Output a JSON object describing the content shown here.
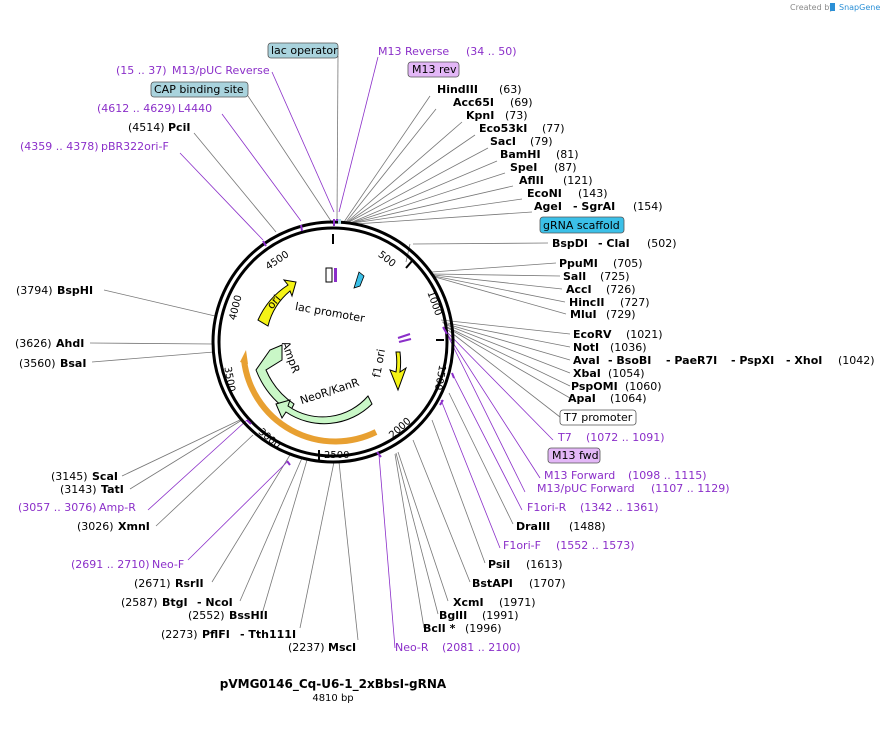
{
  "credit": {
    "prefix": "Created by",
    "brand": "SnapGene"
  },
  "plasmid": {
    "name": "pVMG0146_Cq-U6-1_2xBbsI-gRNA",
    "length": "4810 bp"
  },
  "ticks": [
    "500",
    "1000",
    "1500",
    "2000",
    "2500",
    "3000",
    "3500",
    "4000",
    "4500"
  ],
  "features": {
    "lac_promoter": "lac promoter",
    "ori": "ori",
    "f1_ori": "f1 ori",
    "ampr": "AmpR",
    "neor": "NeoR/KanR"
  },
  "boxes": {
    "lac_operator": "lac operator",
    "cap_site": "CAP binding site",
    "m13_rev": "M13 rev",
    "grna": "gRNA scaffold",
    "t7": "T7 promoter",
    "m13_fwd": "M13 fwd"
  },
  "labels": {
    "m13_reverse": "M13 Reverse",
    "m13_reverse_pos": "(34 .. 50)",
    "m13puc_rev_pos": "(15 .. 37)",
    "m13puc_rev": "M13/pUC Reverse",
    "l4440_pos": "(4612 .. 4629)",
    "l4440": "L4440",
    "pcii_pos": "(4514)",
    "pcii": "PciI",
    "pbr_pos": "(4359 .. 4378)",
    "pbr": "pBR322ori-F",
    "hindiii": "HindIII",
    "hindiii_pos": "(63)",
    "acc65i": "Acc65I",
    "acc65i_pos": "(69)",
    "kpni": "KpnI",
    "kpni_pos": "(73)",
    "eco53ki": "Eco53kI",
    "eco53ki_pos": "(77)",
    "saci": "SacI",
    "saci_pos": "(79)",
    "bamhi": "BamHI",
    "bamhi_pos": "(81)",
    "spei": "SpeI",
    "spei_pos": "(87)",
    "aflii": "AflII",
    "aflii_pos": "(121)",
    "econi": "EcoNI",
    "econi_pos": "(143)",
    "agei": "AgeI",
    "sgrai": "- SgrAI",
    "agei_pos": "(154)",
    "bspdi": "BspDI",
    "clai": "- ClaI",
    "bspdi_pos": "(502)",
    "ppumi": "PpuMI",
    "ppumi_pos": "(705)",
    "sali": "SalI",
    "sali_pos": "(725)",
    "acci": "AccI",
    "acci_pos": "(726)",
    "hincii": "HincII",
    "hincii_pos": "(727)",
    "mlui": "MluI",
    "mlui_pos": "(729)",
    "ecorv": "EcoRV",
    "ecorv_pos": "(1021)",
    "noti": "NotI",
    "noti_pos": "(1036)",
    "avai": "AvaI",
    "bsobi": "- BsoBI",
    "paer7i": "- PaeR7I",
    "pspxi": "- PspXI",
    "xhoi": "- XhoI",
    "avai_pos": "(1042)",
    "xbai": "XbaI",
    "xbai_pos": "(1054)",
    "pspomi": "PspOMI",
    "pspomi_pos": "(1060)",
    "apai": "ApaI",
    "apai_pos": "(1064)",
    "t7": "T7",
    "t7_pos": "(1072 .. 1091)",
    "m13_forward": "M13 Forward",
    "m13_forward_pos": "(1098 .. 1115)",
    "m13puc_fwd": "M13/pUC Forward",
    "m13puc_fwd_pos": "(1107 .. 1129)",
    "f1ori_r": "F1ori-R",
    "f1ori_r_pos": "(1342 .. 1361)",
    "draiii": "DraIII",
    "draiii_pos": "(1488)",
    "f1ori_f": "F1ori-F",
    "f1ori_f_pos": "(1552 .. 1573)",
    "psii": "PsiI",
    "psii_pos": "(1613)",
    "bstapi": "BstAPI",
    "bstapi_pos": "(1707)",
    "xcmi": "XcmI",
    "xcmi_pos": "(1971)",
    "bglii": "BglII",
    "bglii_pos": "(1991)",
    "bcli": "BclI *",
    "bcli_pos": "(1996)",
    "neo_r": "Neo-R",
    "neo_r_pos": "(2081 .. 2100)",
    "msci": "MscI",
    "msci_pos": "(2237)",
    "pflfi_pos": "(2273)",
    "pflfi": "PflFI",
    "tth111i": "- Tth111I",
    "bsshii_pos": "(2552)",
    "bsshii": "BssHII",
    "btgi_pos": "(2587)",
    "btgi": "BtgI",
    "ncoi": "- NcoI",
    "rsrii_pos": "(2671)",
    "rsrii": "RsrII",
    "neo_f_pos": "(2691 .. 2710)",
    "neo_f": "Neo-F",
    "xmni_pos": "(3026)",
    "xmni": "XmnI",
    "ampr_pos": "(3057 .. 3076)",
    "ampr": "Amp-R",
    "tati_pos": "(3143)",
    "tati": "TatI",
    "scai_pos": "(3145)",
    "scai": "ScaI",
    "bsai_pos": "(3560)",
    "bsai": "BsaI",
    "ahdi_pos": "(3626)",
    "ahdi": "AhdI",
    "bsphi_pos": "(3794)",
    "bsphi": "BspHI"
  },
  "colors": {
    "backbone": "#000000",
    "primer": "#8b2fc9",
    "promoter_box": "#a9d3dd",
    "misc_box": "#e3b7f7",
    "grna": "#3bc0e8",
    "ori": "#f5f316",
    "resistance": "#c9f7c7",
    "orange_arc": "#e8a031"
  }
}
